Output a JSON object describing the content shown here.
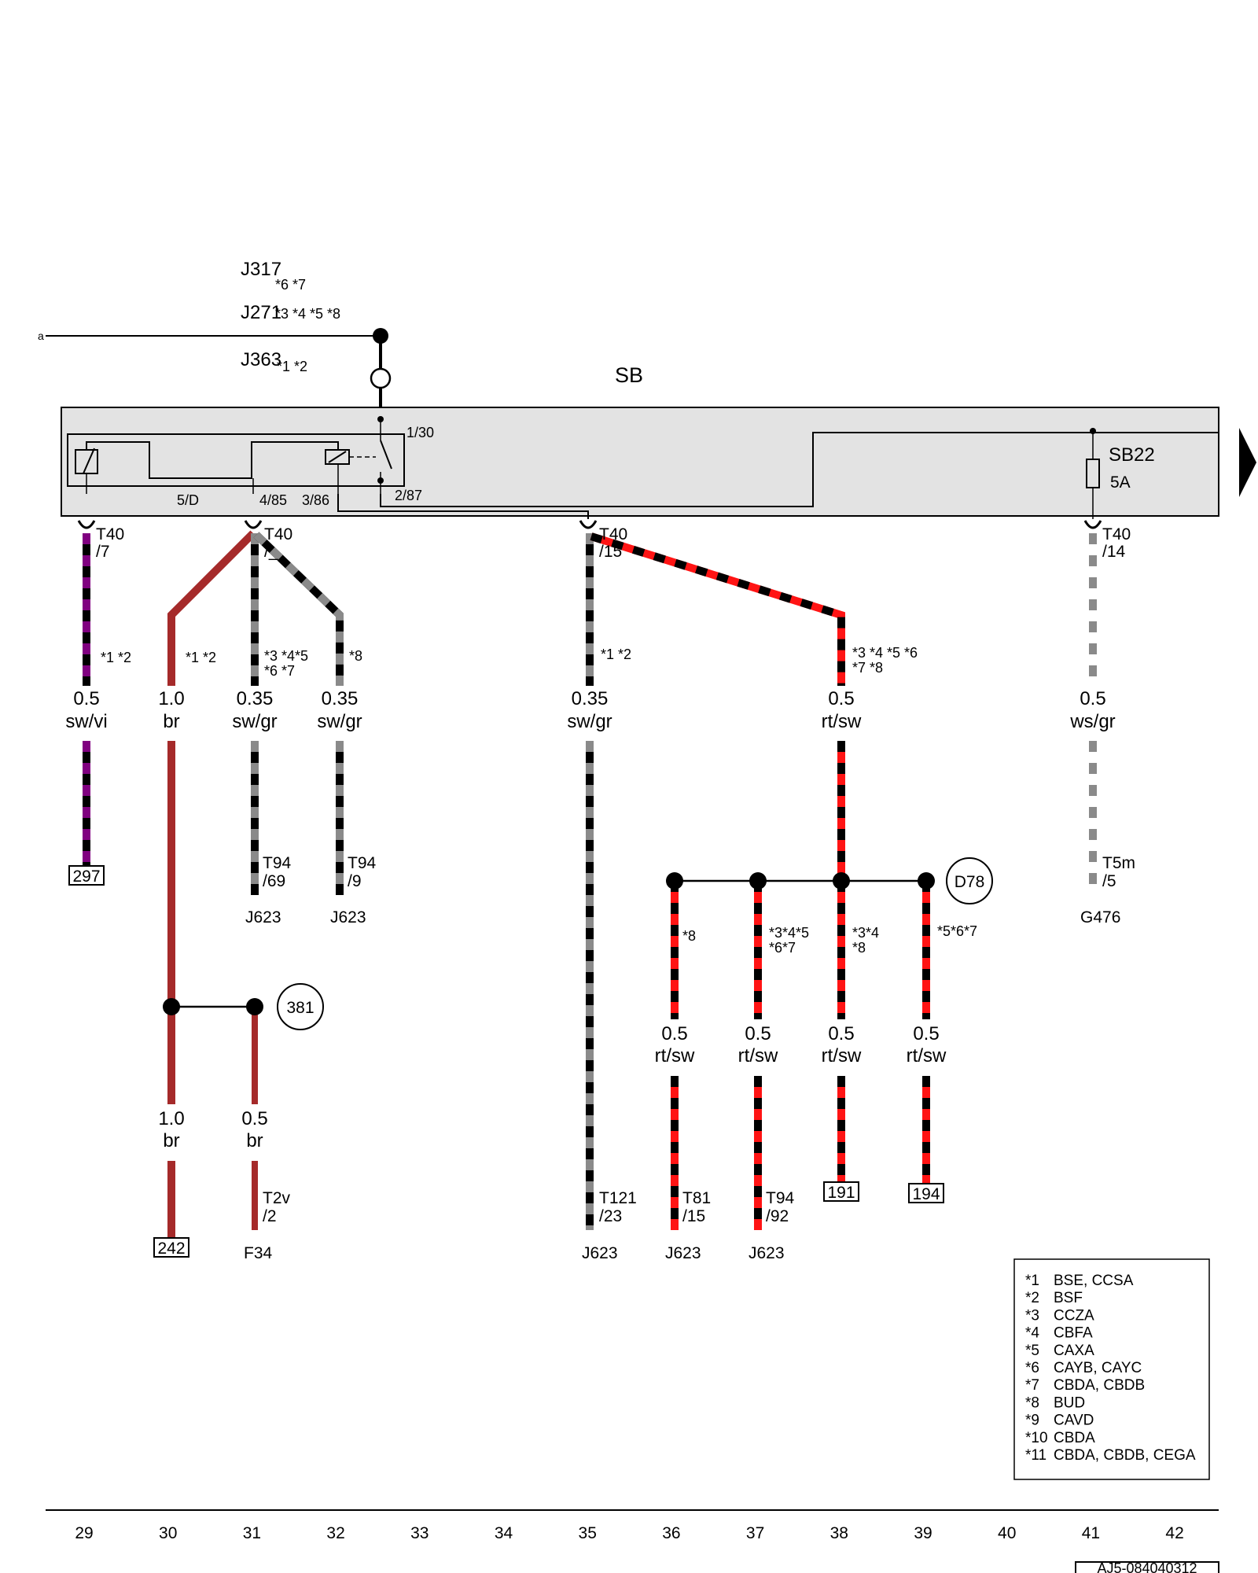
{
  "relay_names": [
    {
      "code": "J317",
      "variants": "*6  *7"
    },
    {
      "code": "J271",
      "variants": "*3  *4  *5  *8"
    },
    {
      "code": "J363",
      "variants": "*1  *2"
    }
  ],
  "left_marker": "a",
  "fuse_box": {
    "name": "SB",
    "fuse": "SB22",
    "rating": "5A"
  },
  "relay_pins": [
    "1/30",
    "5/D",
    "4/85",
    "3/86",
    "2/87"
  ],
  "connectors": [
    {
      "name": "T40",
      "pin": "/7"
    },
    {
      "name": "T40",
      "pin": "/_"
    },
    {
      "name": "T40",
      "pin": "/15"
    },
    {
      "name": "T40",
      "pin": "/14"
    }
  ],
  "wires": [
    {
      "id": "w1",
      "gauge": "0.5",
      "color": "sw/vi",
      "variant": "*1 *2"
    },
    {
      "id": "w2",
      "gauge": "1.0",
      "color": "br",
      "variant": "*1 *2"
    },
    {
      "id": "w3",
      "gauge": "0.35",
      "color": "sw/gr",
      "variant": "*3 *4*5\n*6 *7"
    },
    {
      "id": "w4",
      "gauge": "0.35",
      "color": "sw/gr",
      "variant": "*8"
    },
    {
      "id": "w5",
      "gauge": "0.35",
      "color": "sw/gr",
      "variant": "*1 *2"
    },
    {
      "id": "w6",
      "gauge": "0.5",
      "color": "rt/sw",
      "variant": "*3 *4 *5 *6\n*7 *8"
    },
    {
      "id": "w7",
      "gauge": "0.5",
      "color": "ws/gr",
      "variant": ""
    },
    {
      "id": "w8",
      "gauge": "1.0",
      "color": "br",
      "variant": ""
    },
    {
      "id": "w9",
      "gauge": "0.5",
      "color": "br",
      "variant": ""
    },
    {
      "id": "w10",
      "gauge": "0.5",
      "color": "rt/sw",
      "variant": "*8"
    },
    {
      "id": "w11",
      "gauge": "0.5",
      "color": "rt/sw",
      "variant": "*3*4*5\n*6*7"
    },
    {
      "id": "w12",
      "gauge": "0.5",
      "color": "rt/sw",
      "variant": "*3*4\n*8"
    },
    {
      "id": "w13",
      "gauge": "0.5",
      "color": "rt/sw",
      "variant": "*5*6*7"
    }
  ],
  "terminations": [
    {
      "id": "e1",
      "ref_box": "297"
    },
    {
      "id": "e2",
      "connector": "T94",
      "pin": "/69",
      "component": "J623"
    },
    {
      "id": "e3",
      "connector": "T94",
      "pin": "/9",
      "component": "J623"
    },
    {
      "id": "e4",
      "connector": "T5m",
      "pin": "/5",
      "component": "G476"
    },
    {
      "id": "e5",
      "ref_box": "242"
    },
    {
      "id": "e6",
      "connector": "T2v",
      "pin": "/2",
      "component": "F34"
    },
    {
      "id": "e7",
      "connector": "T121",
      "pin": "/23",
      "component": "J623"
    },
    {
      "id": "e8",
      "connector": "T81",
      "pin": "/15",
      "component": "J623"
    },
    {
      "id": "e9",
      "connector": "T94",
      "pin": "/92",
      "component": "J623"
    },
    {
      "id": "e10",
      "ref_box": "191"
    },
    {
      "id": "e11",
      "ref_box": "194"
    }
  ],
  "splices": [
    "381",
    "D78"
  ],
  "legend": [
    {
      "key": "*1",
      "value": "BSE, CCSA"
    },
    {
      "key": "*2",
      "value": "BSF"
    },
    {
      "key": "*3",
      "value": "CCZA"
    },
    {
      "key": "*4",
      "value": "CBFA"
    },
    {
      "key": "*5",
      "value": "CAXA"
    },
    {
      "key": "*6",
      "value": "CAYB, CAYC"
    },
    {
      "key": "*7",
      "value": "CBDA, CBDB"
    },
    {
      "key": "*8",
      "value": "BUD"
    },
    {
      "key": "*9",
      "value": "CAVD"
    },
    {
      "key": "*10",
      "value": "CBDA"
    },
    {
      "key": "*11",
      "value": "CBDA, CBDB, CEGA"
    }
  ],
  "track_numbers": [
    "29",
    "30",
    "31",
    "32",
    "33",
    "34",
    "35",
    "36",
    "37",
    "38",
    "39",
    "40",
    "41",
    "42"
  ],
  "doc_id": "AJ5-084040312",
  "wire_colors": {
    "sw": "#000000",
    "vi": "#800080",
    "gr": "#8a8a8a",
    "ws": "#ffffff",
    "rt": "#ff1414",
    "br": "#a52a2a"
  },
  "fuse_box_fill": "#e3e3e3"
}
